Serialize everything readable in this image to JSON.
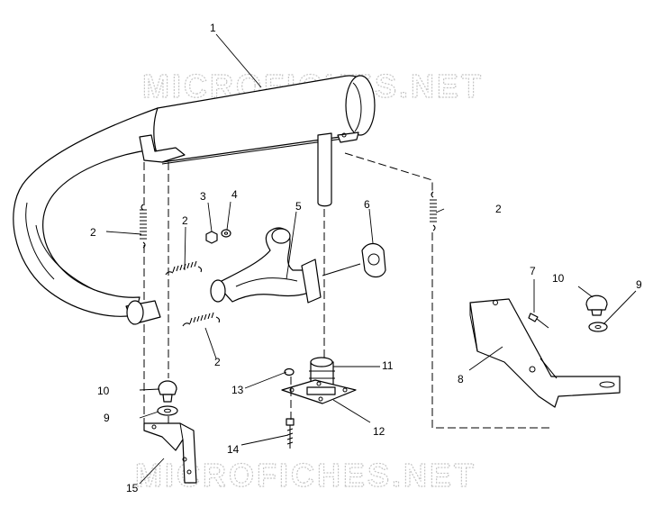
{
  "watermark": {
    "top": "MICROFICHES.NET",
    "bottom": "MICROFICHES.NET"
  },
  "callouts": [
    {
      "id": "c1",
      "text": "1"
    },
    {
      "id": "c2a",
      "text": "2"
    },
    {
      "id": "c2b",
      "text": "2"
    },
    {
      "id": "c2c",
      "text": "2"
    },
    {
      "id": "c2d",
      "text": "2"
    },
    {
      "id": "c3",
      "text": "3"
    },
    {
      "id": "c4",
      "text": "4"
    },
    {
      "id": "c5",
      "text": "5"
    },
    {
      "id": "c6",
      "text": "6"
    },
    {
      "id": "c7",
      "text": "7"
    },
    {
      "id": "c8",
      "text": "8"
    },
    {
      "id": "c9a",
      "text": "9"
    },
    {
      "id": "c9b",
      "text": "9"
    },
    {
      "id": "c10a",
      "text": "10"
    },
    {
      "id": "c10b",
      "text": "10"
    },
    {
      "id": "c11",
      "text": "11"
    },
    {
      "id": "c12",
      "text": "12"
    },
    {
      "id": "c13",
      "text": "13"
    },
    {
      "id": "c14",
      "text": "14"
    },
    {
      "id": "c15",
      "text": "15"
    }
  ]
}
